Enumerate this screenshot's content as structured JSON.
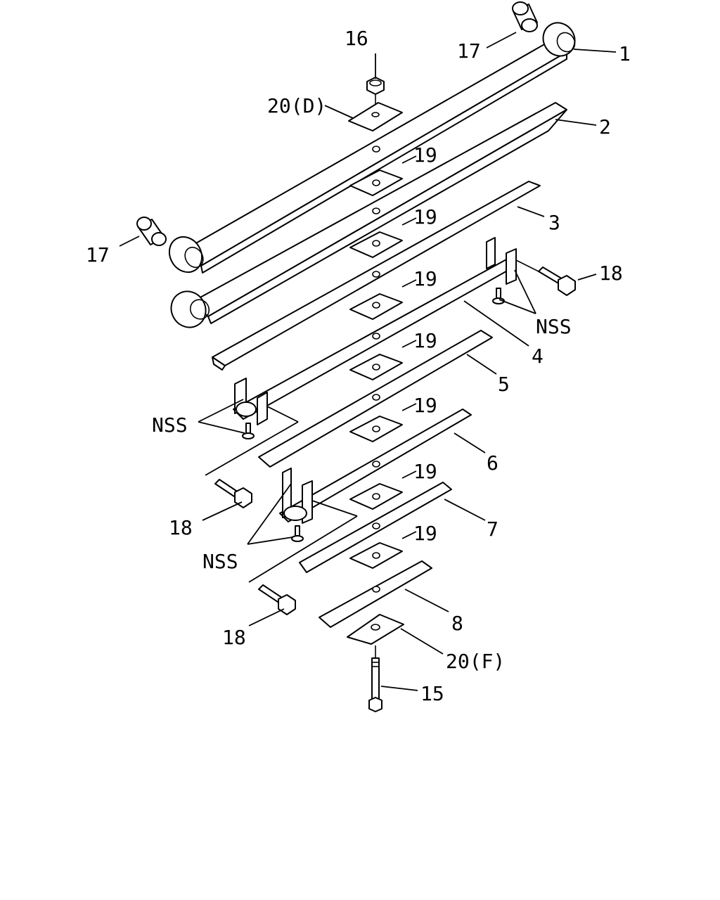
{
  "diagram": {
    "labels": {
      "p1": "1",
      "p2": "2",
      "p3": "3",
      "p4": "4",
      "p5": "5",
      "p6": "6",
      "p7": "7",
      "p8": "8",
      "p15": "15",
      "p16": "16",
      "p17a": "17",
      "p17b": "17",
      "p18a": "18",
      "p18b": "18",
      "p18c": "18",
      "p19a": "19",
      "p19b": "19",
      "p19c": "19",
      "p19d": "19",
      "p19e": "19",
      "p19f": "19",
      "p19g": "19",
      "p20d": "20(D)",
      "p20f": "20(F)",
      "nss1": "NSS",
      "nss2": "NSS",
      "nss3": "NSS"
    },
    "colors": {
      "line": "#000000",
      "background": "#ffffff"
    }
  }
}
